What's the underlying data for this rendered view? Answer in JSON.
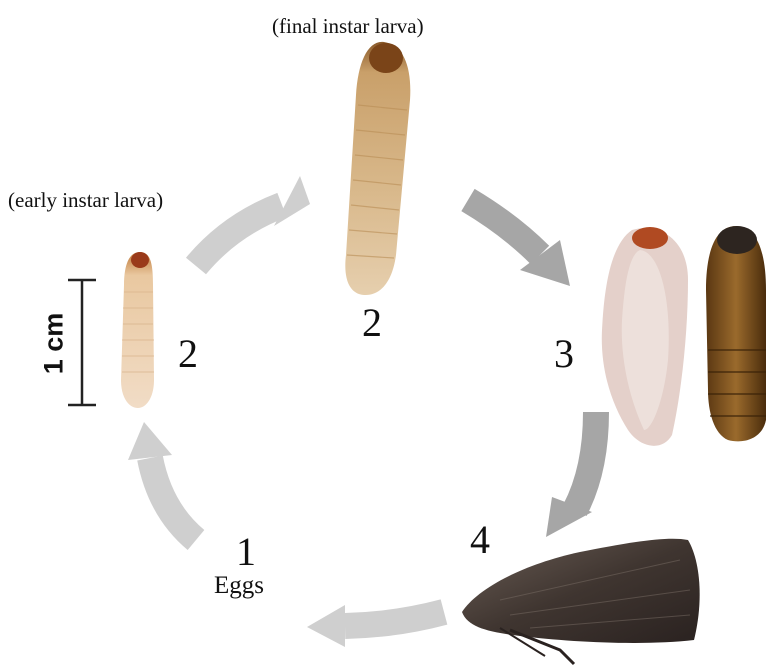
{
  "labels": {
    "final_instar": "(final instar larva)",
    "early_instar": "(early instar larva)",
    "num_left": "2",
    "num_top": "2",
    "num_right": "3",
    "num_bottom_right": "4",
    "num_bottom_left": "1",
    "eggs": "Eggs",
    "scale": "1 cm"
  },
  "colors": {
    "arrow_light": "#cfcfcf",
    "arrow_dark": "#a6a6a6",
    "larva_early": "#e7c9a4",
    "larva_final": "#cba66f",
    "cocoon": "#e3cfc8",
    "pupa": "#6b4517",
    "moth": "#4a3f39"
  }
}
